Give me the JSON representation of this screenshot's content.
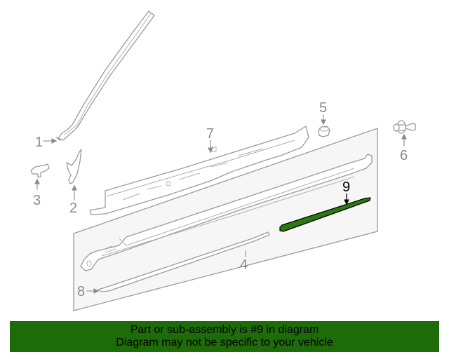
{
  "diagram": {
    "highlight_color": "#2a7a10",
    "line_color": "#9a9a9a",
    "panel_color": "#f6f6f6",
    "callouts": [
      {
        "id": "1",
        "label": "1"
      },
      {
        "id": "2",
        "label": "2"
      },
      {
        "id": "3",
        "label": "3"
      },
      {
        "id": "4",
        "label": "4"
      },
      {
        "id": "5",
        "label": "5"
      },
      {
        "id": "6",
        "label": "6"
      },
      {
        "id": "7",
        "label": "7"
      },
      {
        "id": "8",
        "label": "8"
      },
      {
        "id": "9",
        "label": "9",
        "highlighted": true
      }
    ]
  },
  "banner": {
    "background": "#1e6b09",
    "line1": "Part or sub-assembly is #9 in diagram",
    "line2": "Diagram may not be specific to your vehicle"
  }
}
